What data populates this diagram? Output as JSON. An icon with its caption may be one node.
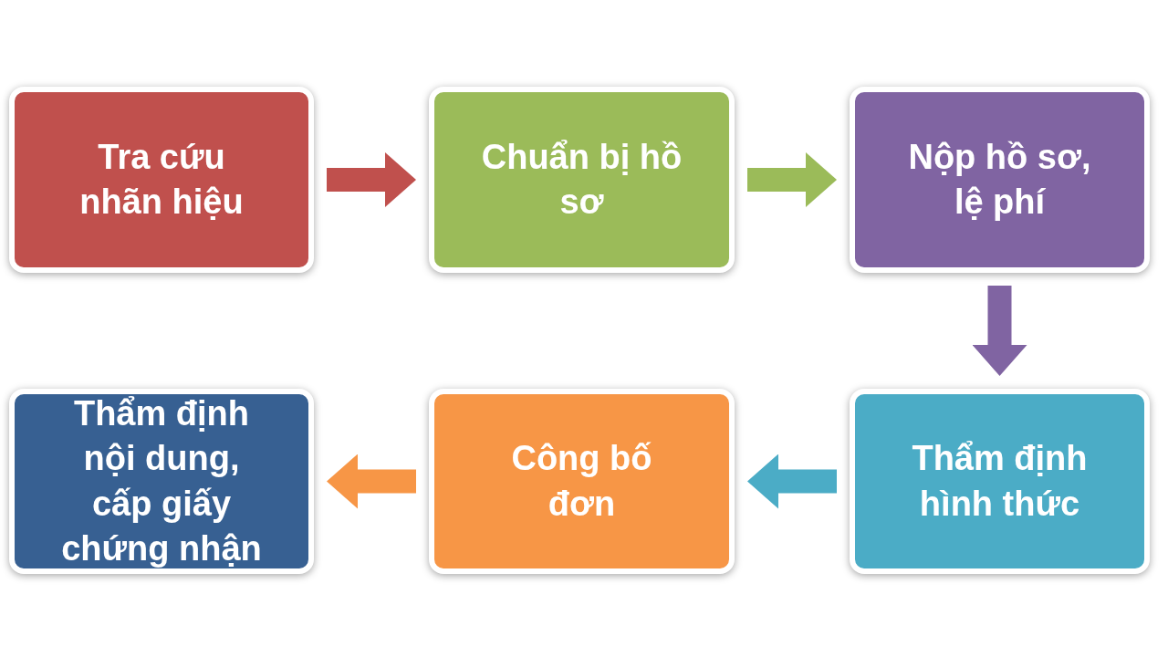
{
  "diagram": {
    "nodes": [
      {
        "text": [
          "Tra cứu nhãn hiệu"
        ]
      },
      {
        "text": [
          "Chuẩn bị hồ sơ"
        ]
      },
      {
        "text": [
          "Nộp hồ sơ, lệ phí"
        ]
      },
      {
        "text": [
          "Thẩm định hình thức"
        ]
      },
      {
        "text": [
          "Công bố đơn"
        ]
      },
      {
        "text": [
          "Thẩm định nội dung, cấp giấy chứng nhận"
        ]
      }
    ],
    "edges": [
      {
        "from": 0,
        "to": 1,
        "arrow": "to",
        "color": "#c0504d"
      },
      {
        "from": 1,
        "to": 2,
        "arrow": "to",
        "color": "#9bbb59"
      },
      {
        "from": 2,
        "to": 3,
        "arrow": "to",
        "color": "#8064a2"
      },
      {
        "from": 3,
        "to": 4,
        "arrow": "to",
        "color": "#4bacc6"
      },
      {
        "from": 4,
        "to": 5,
        "arrow": "to",
        "color": "#f79646"
      }
    ]
  }
}
